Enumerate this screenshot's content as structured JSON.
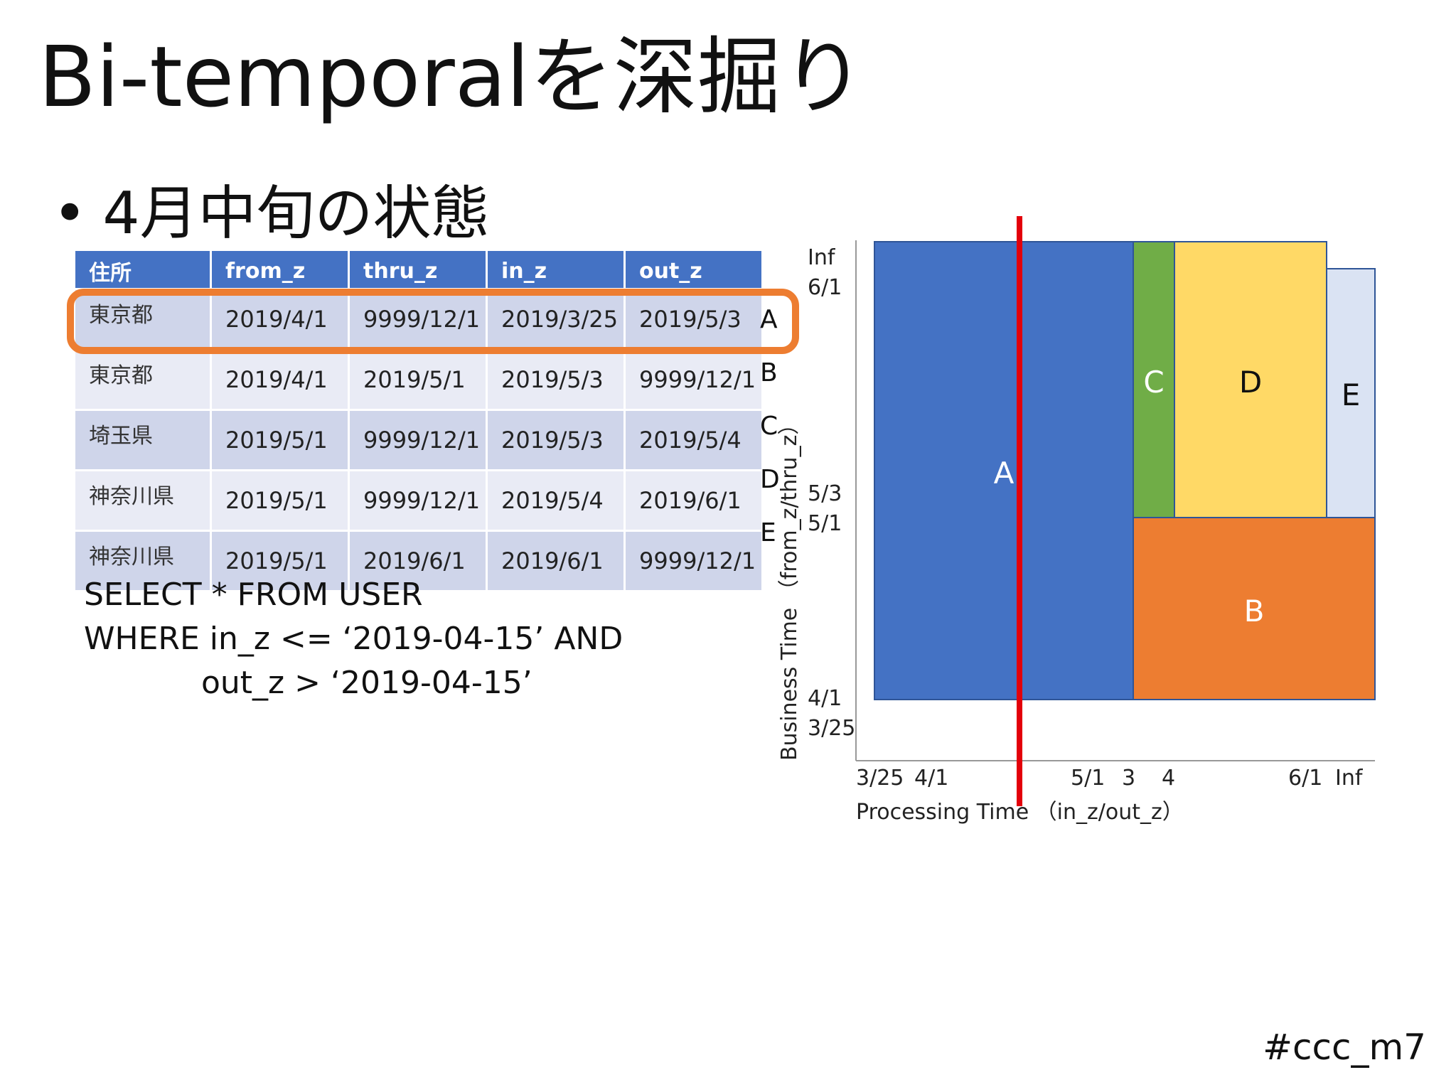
{
  "title": "Bi-temporalを深掘り",
  "bullet": "4月中旬の状態",
  "table": {
    "headers": [
      "住所",
      "from_z",
      "thru_z",
      "in_z",
      "out_z"
    ],
    "rows": [
      {
        "addr": "東京都",
        "from_z": "2019/4/1",
        "thru_z": "9999/12/1",
        "in_z": "2019/3/25",
        "out_z": "2019/5/3",
        "label": "A"
      },
      {
        "addr": "東京都",
        "from_z": "2019/4/1",
        "thru_z": "2019/5/1",
        "in_z": "2019/5/3",
        "out_z": "9999/12/1",
        "label": "B"
      },
      {
        "addr": "埼玉県",
        "from_z": "2019/5/1",
        "thru_z": "9999/12/1",
        "in_z": "2019/5/3",
        "out_z": "2019/5/4",
        "label": "C"
      },
      {
        "addr": "神奈川県",
        "from_z": "2019/5/1",
        "thru_z": "9999/12/1",
        "in_z": "2019/5/4",
        "out_z": "2019/6/1",
        "label": "D"
      },
      {
        "addr": "神奈川県",
        "from_z": "2019/5/1",
        "thru_z": "2019/6/1",
        "in_z": "2019/6/1",
        "out_z": "9999/12/1",
        "label": "E"
      }
    ],
    "highlighted_row": "A"
  },
  "sql": {
    "line1": "SELECT * FROM USER",
    "line2": "WHERE in_z <= ‘2019-04-15’ AND",
    "line3": "out_z > ‘2019-04-15’"
  },
  "diagram": {
    "y_axis_label": "Business Time （from_z/thru_z）",
    "x_axis_label": "Processing Time （in_z/out_z）",
    "x_ticks": [
      "3/25",
      "4/1",
      "5/1",
      "3",
      "4",
      "6/1",
      "Inf"
    ],
    "y_ticks": [
      "Inf",
      "6/1",
      "5/3",
      "5/1",
      "4/1",
      "3/25"
    ],
    "boxes": [
      {
        "label": "A",
        "color": "#4472c4",
        "text_color": "#ffffff"
      },
      {
        "label": "C",
        "color": "#70ad47",
        "text_color": "#ffffff"
      },
      {
        "label": "D",
        "color": "#ffd966",
        "text_color": "#111111"
      },
      {
        "label": "E",
        "color": "#dae3f3",
        "text_color": "#111111"
      },
      {
        "label": "B",
        "color": "#ed7d31",
        "text_color": "#ffffff"
      }
    ],
    "query_line": {
      "value": "2019-04-15",
      "color": "#e3000b"
    }
  },
  "hashtag": "#ccc_m7"
}
